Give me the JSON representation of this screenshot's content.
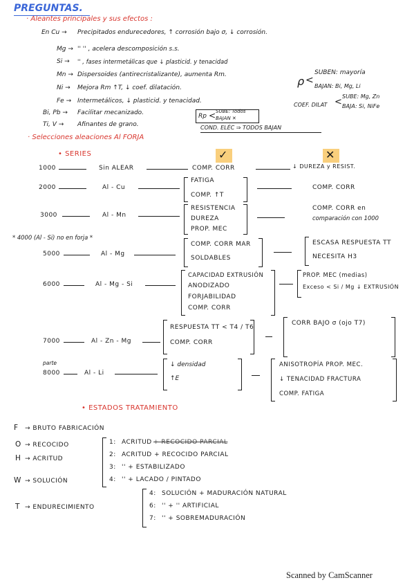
{
  "title": "PREGUNTAS.",
  "section1": {
    "heading": "· Aleantes principales y sus efectos :",
    "lines": [
      {
        "el": "En Cu →",
        "text": "Precipitados endurecedores,  ↑ corrosión bajo σ,  ↓ corrosión."
      },
      {
        "el": "Mg →",
        "text": "''          ''         ,  acelera descomposición s.s."
      },
      {
        "el": "Si →",
        "text": "''         ,  fases intermetálicas que ↓ plasticid. y tenacidad"
      },
      {
        "el": "Mn →",
        "text": "Dispersoides (antirecristalizante),  aumenta Rm."
      },
      {
        "el": "Ni →",
        "text": "Mejora  Rm  ↑T,  ↓ coef. dilatación."
      },
      {
        "el": "Fe →",
        "text": "Intermetálicos,  ↓ plasticid. y tenacidad."
      },
      {
        "el": "Bi, Pb →",
        "text": "Facilitar mecanizado."
      },
      {
        "el": "Ti, V →",
        "text": "Afinantes de grano."
      }
    ],
    "rho_note": {
      "rho": "ρ",
      "sube": "SUBEN: mayoría",
      "bajan": "BAJAN: Bi, Mg, Li"
    },
    "coef_note": {
      "label": "COEF. DILAT",
      "sube": "SUBE: Mg, Zn",
      "baja": "BAJA: Si, NiFe"
    },
    "rp_note": {
      "rp": "Rp",
      "sube": "SUBE: Todos",
      "bajan": "BAJAN ✕"
    },
    "cond_note": "COND. ELÉC ⇒ TODOS BAJAN"
  },
  "section2": {
    "heading": "· Selecciones aleaciones Al FORJA",
    "series_heading": "• SERIES",
    "check_symbol": "✓",
    "cross_symbol": "✕",
    "series": [
      {
        "num": "1000",
        "alloy": "Sin ALEAR",
        "pros": [
          "COMP. CORR"
        ],
        "cons": [
          "↓ DUREZA y RESIST."
        ]
      },
      {
        "num": "2000",
        "alloy": "Al - Cu",
        "pros": [
          "FATIGA",
          "COMP. ↑T"
        ],
        "cons": [
          "COMP. CORR"
        ]
      },
      {
        "num": "3000",
        "alloy": "Al - Mn",
        "pros": [
          "RESISTENCIA",
          "DUREZA",
          "PROP. MEC"
        ],
        "cons": [
          "COMP. CORR en",
          "comparación con 1000"
        ]
      },
      {
        "num": "5000",
        "alloy": "Al - Mg",
        "pros": [
          "COMP. CORR MAR",
          "SOLDABLES"
        ],
        "cons": [
          "ESCASA RESPUESTA TT",
          "NECESITA H3"
        ]
      },
      {
        "num": "6000",
        "alloy": "Al - Mg - Si",
        "pros": [
          "CAPACIDAD EXTRUSIÓN",
          "ANODIZADO",
          "FORJABILIDAD",
          "COMP. CORR"
        ],
        "cons": [
          "PROP. MEC (medias)",
          "Exceso < Si / Mg ↓ EXTRUSIÓN"
        ]
      },
      {
        "num": "7000",
        "alloy": "Al - Zn - Mg",
        "pros": [
          "RESPUESTA TT < T4 / T6",
          "COMP. CORR"
        ],
        "cons": [
          "CORR BAJO σ (ojo T7)"
        ]
      },
      {
        "num": "8000",
        "alloy": "Al - Li",
        "pros": [
          "↓ densidad",
          "↑E"
        ],
        "cons": [
          "ANISOTROPÍA PROP. MEC.",
          "↓ TENACIDAD FRACTURA",
          "COMP. FATIGA"
        ]
      }
    ],
    "note_4000": "* 4000 (Al - Si) no en forja *",
    "note_8000_pre": "parte"
  },
  "section3": {
    "heading": "• ESTADOS TRATAMIENTO",
    "states": [
      {
        "code": "F",
        "desc": "→ BRUTO FABRICACIÓN"
      },
      {
        "code": "O",
        "desc": "→ RECOCIDO"
      },
      {
        "code": "H",
        "desc": "→ ACRITUD"
      },
      {
        "code": "W",
        "desc": "→ SOLUCIÓN"
      },
      {
        "code": "T",
        "desc": "→ ENDURECIMIENTO"
      }
    ],
    "h_sub": [
      {
        "n": "1:",
        "t": "ACRITUD",
        "strike": "+ RECOCIDO PARCIAL"
      },
      {
        "n": "2:",
        "t": "ACRITUD + RECOCIDO PARCIAL"
      },
      {
        "n": "3:",
        "t": "''     + ESTABILIZADO"
      },
      {
        "n": "4:",
        "t": "''     + LACADO / PINTADO"
      }
    ],
    "t_sub": [
      {
        "n": "4:",
        "t": "SOLUCIÓN  +  MADURACIÓN NATURAL"
      },
      {
        "n": "6:",
        "t": "''      +      ''    ARTIFICIAL"
      },
      {
        "n": "7:",
        "t": "''      +  SOBREMADURACIÓN"
      }
    ]
  },
  "footer": "Scanned by CamScanner",
  "colors": {
    "blue": "#3a66d8",
    "red": "#d8342c",
    "highlight": "#f9cf7d",
    "ink": "#1a1a1a"
  }
}
